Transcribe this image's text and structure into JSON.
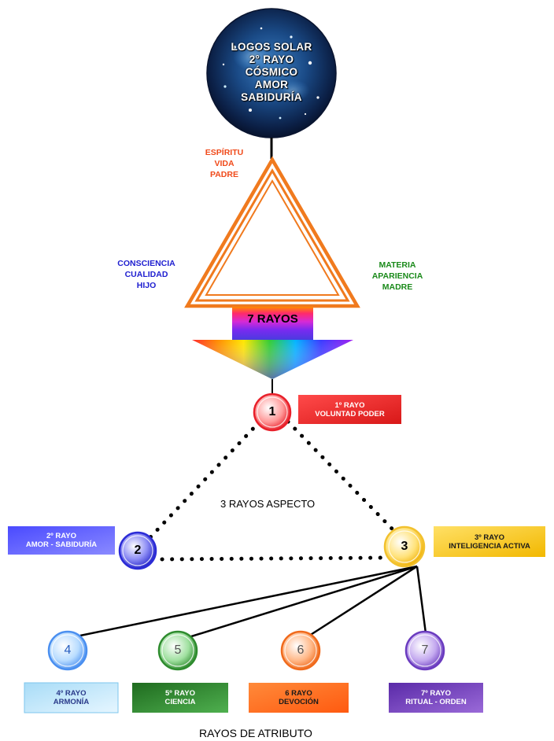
{
  "logos": {
    "line1": "LOGOS SOLAR",
    "line2": "2° RAYO",
    "line3": "CÓSMICO",
    "line4": "AMOR",
    "line5": "SABIDURÍA"
  },
  "trinity": {
    "spirit": [
      "ESPÍRITU",
      "VIDA",
      "PADRE"
    ],
    "consciousness": [
      "CONSCIENCIA",
      "CUALIDAD",
      "HIJO"
    ],
    "matter": [
      "MATERIA",
      "APARIENCIA",
      "MADRE"
    ]
  },
  "seven_rays_label": "7 RAYOS",
  "aspect_label": "3 RAYOS ASPECTO",
  "attribute_label": "RAYOS DE ATRIBUTO",
  "rays": [
    {
      "number": "1",
      "title": "1º RAYO",
      "name": "VOLUNTAD PODER",
      "color": "#e8202a"
    },
    {
      "number": "2",
      "title": "2º RAYO",
      "name": "AMOR - SABIDURÍA",
      "color": "#2b2bd6"
    },
    {
      "number": "3",
      "title": "3º RAYO",
      "name": "INTELIGENCIA ACTIVA",
      "color": "#f2c12e"
    },
    {
      "number": "4",
      "title": "4º RAYO",
      "name": "ARMONÍA",
      "color": "#8fd1f2"
    },
    {
      "number": "5",
      "title": "5º RAYO",
      "name": "CIENCIA",
      "color": "#2e8b2e"
    },
    {
      "number": "6",
      "title": "6 RAYO",
      "name": "DEVOCIÓN",
      "color": "#f06a1c"
    },
    {
      "number": "7",
      "title": "7º RAYO",
      "name": "RITUAL - ORDEN",
      "color": "#6a3bbf"
    }
  ]
}
